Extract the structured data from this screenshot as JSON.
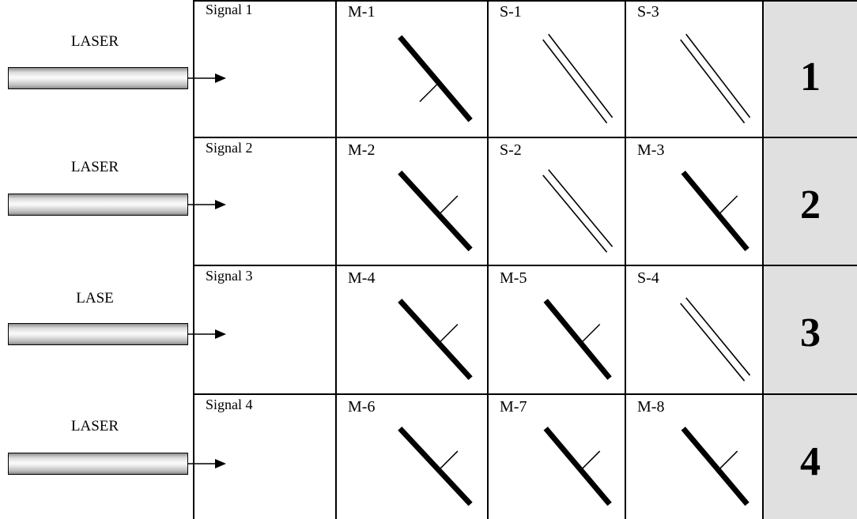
{
  "rows": [
    {
      "laser_label": "LASER",
      "signal_label": "Signal 1",
      "components": [
        {
          "label": "M-1",
          "kind": "mirror",
          "notch": "below-left"
        },
        {
          "label": "S-1",
          "kind": "splitter"
        },
        {
          "label": "S-3",
          "kind": "splitter"
        }
      ],
      "number": "1"
    },
    {
      "laser_label": "LASER",
      "signal_label": "Signal 2",
      "components": [
        {
          "label": "M-2",
          "kind": "mirror",
          "notch": "above-right"
        },
        {
          "label": "S-2",
          "kind": "splitter"
        },
        {
          "label": "M-3",
          "kind": "mirror",
          "notch": "above-right"
        }
      ],
      "number": "2"
    },
    {
      "laser_label": "LASE",
      "signal_label": "Signal 3",
      "components": [
        {
          "label": "M-4",
          "kind": "mirror",
          "notch": "above-right"
        },
        {
          "label": "M-5",
          "kind": "mirror",
          "notch": "above-right"
        },
        {
          "label": "S-4",
          "kind": "splitter"
        }
      ],
      "number": "3"
    },
    {
      "laser_label": "LASER",
      "signal_label": "Signal 4",
      "components": [
        {
          "label": "M-6",
          "kind": "mirror",
          "notch": "above-right"
        },
        {
          "label": "M-7",
          "kind": "mirror",
          "notch": "above-right"
        },
        {
          "label": "M-8",
          "kind": "mirror",
          "notch": "above-right"
        }
      ],
      "number": "4"
    }
  ],
  "colors": {
    "number_cell_bg": "#e0e0e0",
    "line": "#000000"
  }
}
